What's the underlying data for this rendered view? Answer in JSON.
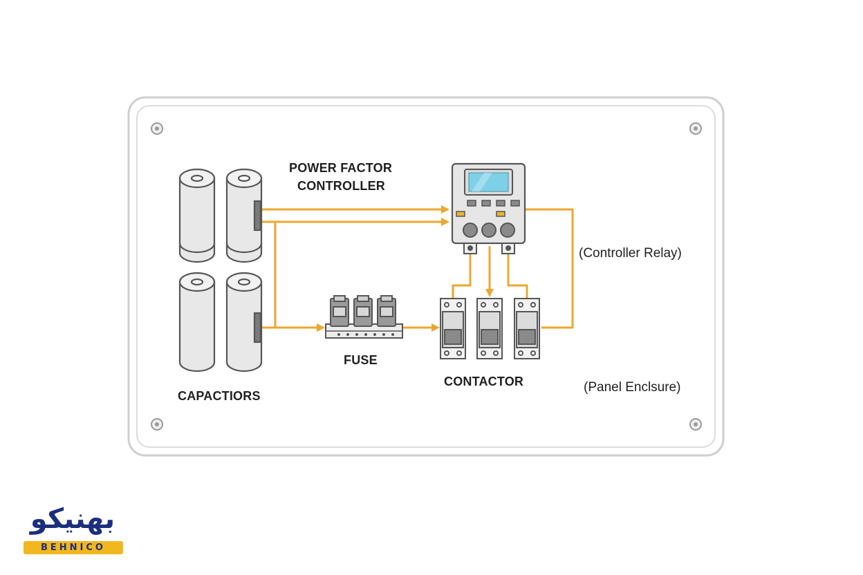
{
  "labels": {
    "power_factor_controller_line1": "POWER FACTOR",
    "power_factor_controller_line2": "CONTROLLER",
    "capacitors": "CAPACTIORS",
    "fuse": "FUSE",
    "contactor": "CONTACTOR",
    "controller_relay": "(Controller Relay)",
    "panel_enclosure": "(Panel Enclsure)"
  },
  "logo": {
    "persian_text": "بهنیکو",
    "latin_text": "BEHNICO"
  },
  "colors": {
    "wire": "#eba72e",
    "outline": "#6a6a6a",
    "component_fill": "#e9e9e9",
    "display": "#7fd0e6",
    "button_amber": "#e8b431",
    "panel_border": "#c8c8c8",
    "logo_blue": "#1c2f7e",
    "logo_gold": "#f2b61e"
  }
}
